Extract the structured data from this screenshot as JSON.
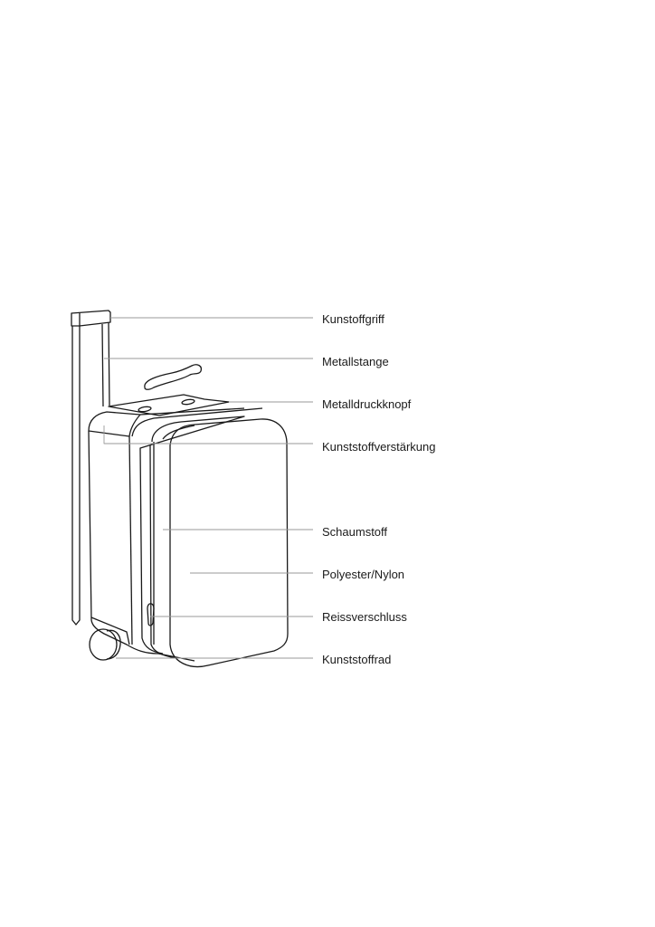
{
  "labels": [
    "Kunstoffgriff",
    "Metallstange",
    "Metalldruckknopf",
    "Kunststoffverstärkung",
    "Schaumstoff",
    "Polyester/Nylon",
    "Reissverschluss",
    "Kunststoffrad"
  ],
  "colors": {
    "outline": "#1a1a1a",
    "leader": "#9a9a9a"
  }
}
